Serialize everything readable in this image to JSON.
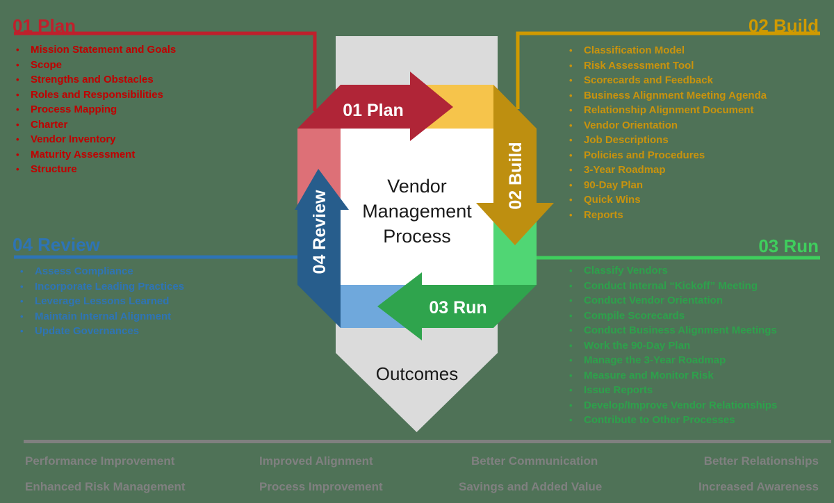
{
  "sections": {
    "plan": {
      "title": "01 Plan",
      "items": [
        "Mission Statement and Goals",
        "Scope",
        "Strengths and Obstacles",
        "Roles and Responsibilities",
        "Process Mapping",
        "Charter",
        "Vendor Inventory",
        "Maturity Assessment",
        "Structure"
      ]
    },
    "build": {
      "title": "02 Build",
      "items": [
        "Classification Model",
        "Risk Assessment Tool",
        "Scorecards and Feedback",
        "Business Alignment Meeting Agenda",
        "Relationship Alignment Document",
        "Vendor Orientation",
        "Job Descriptions",
        "Policies and Procedures",
        "3-Year Roadmap",
        "90-Day Plan",
        "Quick Wins",
        "Reports"
      ]
    },
    "run": {
      "title": "03 Run",
      "items": [
        "Classify Vendors",
        "Conduct Internal “Kickoff” Meeting",
        "Conduct Vendor Orientation",
        "Compile Scorecards",
        "Conduct Business Alignment Meetings",
        "Work the 90-Day Plan",
        "Manage the 3-Year Roadmap",
        "Measure and Monitor Risk",
        "Issue Reports",
        "Develop/Improve Vendor Relationships",
        "Contribute to Other Processes"
      ]
    },
    "review": {
      "title": "04 Review",
      "items": [
        "Assess Compliance",
        "Incorporate Leading Practices",
        "Leverage Lessons Learned",
        "Maintain Internal Alignment",
        "Update Governances"
      ]
    }
  },
  "diagram": {
    "plan_label": "01 Plan",
    "build_label": "02 Build",
    "run_label": "03 Run",
    "review_label": "04 Review",
    "center_title": [
      "Vendor",
      "Management",
      "Process"
    ],
    "outcomes_label": "Outcomes"
  },
  "footer": {
    "row1": [
      "Performance Improvement",
      "Improved Alignment",
      "Better Communication",
      "Better Relationships"
    ],
    "row2": [
      "Enhanced Risk Management",
      "Process Improvement",
      "Savings and Added Value",
      "Increased Awareness"
    ]
  },
  "colors": {
    "background": "#4F7257",
    "red": "#B02537",
    "red_light": "#DD7077",
    "red_heading": "#BF202C",
    "red_text": "#C00000",
    "gold": "#BE8F10",
    "gold_light": "#F6C44B",
    "gold_heading": "#D09A00",
    "gold_text": "#C9930D",
    "green": "#2FA44D",
    "green_light": "#50D674",
    "green_heading": "#3FCE5D",
    "green_text": "#2DA14B",
    "blue": "#275D8C",
    "blue_light": "#6FA8DC",
    "blue_heading": "#2E74B5",
    "blue_text": "#2E74B5",
    "gray_shape": "#DBDBDB",
    "white": "#FFFFFF",
    "dark_text": "#1A1A1A",
    "footer_gray": "#808080"
  }
}
